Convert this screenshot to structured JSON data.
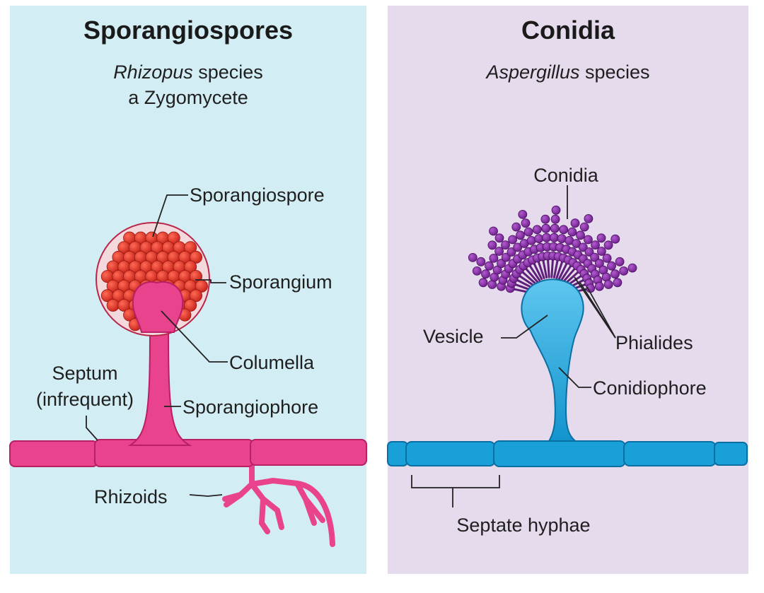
{
  "left_panel": {
    "title": "Sporangiospores",
    "genus": "Rhizopus",
    "genus_suffix": " species",
    "subtitle_line2": "a Zygomycete",
    "labels": {
      "sporangiospore": "Sporangiospore",
      "sporangium": "Sporangium",
      "columella": "Columella",
      "septum_line1": "Septum",
      "septum_line2": "(infrequent)",
      "sporangiophore": "Sporangiophore",
      "rhizoids": "Rhizoids"
    }
  },
  "right_panel": {
    "title": "Conidia",
    "genus": "Aspergillus",
    "genus_suffix": " species",
    "labels": {
      "conidia": "Conidia",
      "vesicle": "Vesicle",
      "phialides": "Phialides",
      "conidiophore": "Conidiophore",
      "septate_hyphae": "Septate hyphae"
    }
  },
  "colors": {
    "left_background": "#d3edf4",
    "right_background": "#e6dbed",
    "sporangiophore_pink": "#e8438c",
    "spore_red": "#d8281c",
    "conidiophore_blue": "#1aa0d8",
    "conidia_purple": "#7a2a96"
  }
}
